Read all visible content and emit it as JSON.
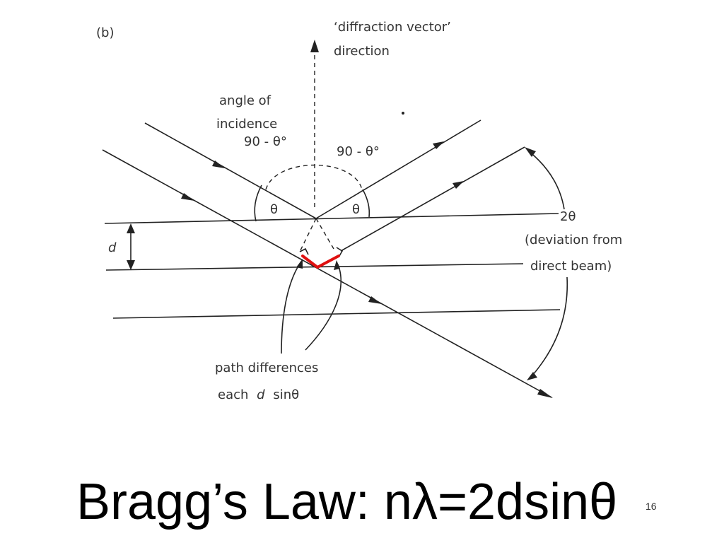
{
  "figure": {
    "panel_label": "(b)",
    "diffraction_vector": {
      "line1": "‘diffraction vector’",
      "line2": "direction"
    },
    "angle_of_incidence": {
      "line1": "angle of",
      "line2": "incidence"
    },
    "angle_left": "90 - θ°",
    "angle_right": "90 - θ°",
    "theta_left": "θ",
    "theta_right": "θ",
    "d_label": "d",
    "two_theta": "2θ",
    "deviation": {
      "line1": "(deviation from",
      "line2": "direct beam)"
    },
    "path_diff": {
      "line1": "path differences",
      "line2_pre": "each",
      "line2_d": "d",
      "line2_post": "sinθ"
    },
    "colors": {
      "line": "#222222",
      "highlight": "#e01010"
    }
  },
  "slide": {
    "title": "Bragg’s Law: nλ=2dsinθ",
    "page_number": "16"
  }
}
